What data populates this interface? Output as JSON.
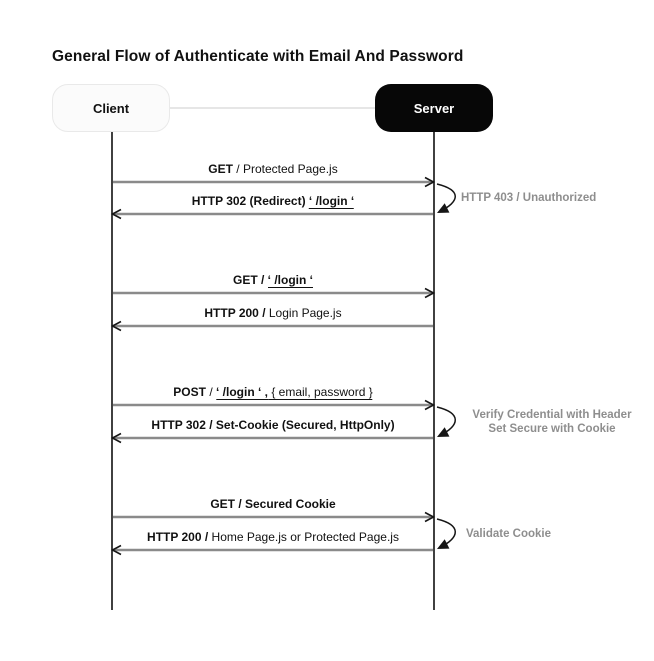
{
  "title": "General Flow of Authenticate with Email And Password",
  "actors": [
    {
      "id": "client",
      "label": "Client",
      "variant": "light"
    },
    {
      "id": "server",
      "label": "Server",
      "variant": "dark"
    }
  ],
  "groups": [
    {
      "messages": [
        {
          "dir": "right",
          "segments": [
            {
              "text": "GET",
              "bold": true
            },
            {
              "text": " / Protected Page.js",
              "bold": false
            }
          ]
        },
        {
          "dir": "left",
          "segments": [
            {
              "text": "HTTP 302 (Redirect)  ",
              "bold": true
            },
            {
              "text": "‘ /login ‘",
              "bold": true,
              "underline": true
            }
          ]
        }
      ],
      "annotation": {
        "lines": [
          "HTTP 403 / Unauthorized"
        ],
        "align": "left"
      }
    },
    {
      "messages": [
        {
          "dir": "right",
          "segments": [
            {
              "text": "GET / ",
              "bold": true
            },
            {
              "text": "‘ /login ‘",
              "bold": true,
              "underline": true
            }
          ]
        },
        {
          "dir": "left",
          "segments": [
            {
              "text": "HTTP 200 /  ",
              "bold": true
            },
            {
              "text": "Login Page.js",
              "bold": false
            }
          ]
        }
      ],
      "annotation": null
    },
    {
      "messages": [
        {
          "dir": "right",
          "segments": [
            {
              "text": "POST ",
              "bold": true
            },
            {
              "text": " / ",
              "bold": false
            },
            {
              "text": "‘ /login ‘ ,",
              "bold": true,
              "underline": true
            },
            {
              "text": " { email, password }",
              "bold": false,
              "underline": true
            }
          ]
        },
        {
          "dir": "left",
          "segments": [
            {
              "text": "HTTP 302 / Set-Cookie (Secured, HttpOnly)",
              "bold": true
            }
          ]
        }
      ],
      "annotation": {
        "lines": [
          "Verify Credential with Header",
          "Set Secure with Cookie"
        ],
        "align": "center"
      }
    },
    {
      "messages": [
        {
          "dir": "right",
          "segments": [
            {
              "text": "GET / Secured Cookie",
              "bold": true
            }
          ]
        },
        {
          "dir": "left",
          "segments": [
            {
              "text": "HTTP 200 /  ",
              "bold": true
            },
            {
              "text": "Home Page.js or Protected Page.js",
              "bold": false
            }
          ]
        }
      ],
      "annotation": {
        "lines": [
          "Validate Cookie"
        ],
        "align": "left"
      }
    }
  ],
  "colors": {
    "arrow_shaft": "#8a8a8a",
    "arrow_head": "#161616",
    "loop_arrow": "#161616",
    "lifeline": "#111111",
    "annotation_text": "#8e8e8e",
    "connector": "#e6e6e6",
    "client_fill": "#fbfbfb",
    "client_border": "#e9e9e9",
    "server_fill": "#070707",
    "title_color": "#111111"
  }
}
